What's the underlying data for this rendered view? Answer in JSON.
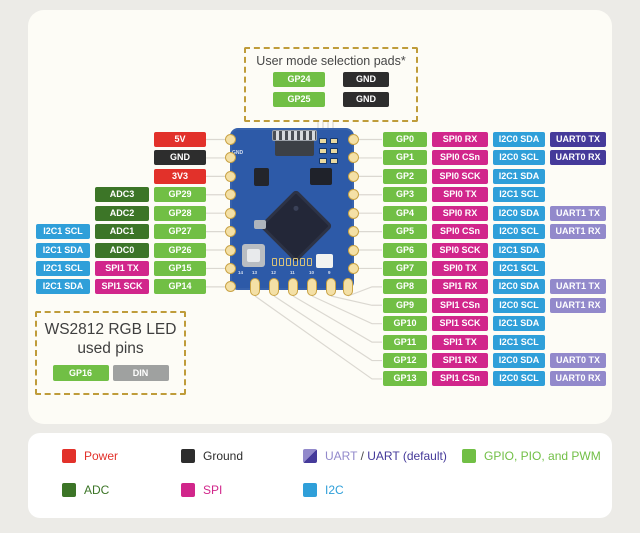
{
  "page": {
    "background": "#ecebe7",
    "panel_bg": "#fdfcf6",
    "legend_bg": "#ffffff"
  },
  "colors": {
    "gpio": "#71bf45",
    "adc": "#3c7527",
    "power": "#e2312a",
    "ground": "#2d2d2d",
    "i2c": "#2f9fd9",
    "spi": "#d1268b",
    "uart": "#9289cb",
    "uart_default": "#453a9a",
    "din": "#9fa1a0",
    "board": "#2d5aa8",
    "pad": "#f4e0a6",
    "pad_border": "#c9a345",
    "dashed_border": "#bf9c3a",
    "wire": "#dbd8d1",
    "title_text": "#474747"
  },
  "user_mode_box": {
    "title": "User mode selection pads*",
    "rows": [
      [
        {
          "label": "GP24",
          "type": "gpio"
        },
        {
          "label": "GND",
          "type": "ground"
        }
      ],
      [
        {
          "label": "GP25",
          "type": "gpio"
        },
        {
          "label": "GND",
          "type": "ground"
        }
      ]
    ]
  },
  "ws2812_box": {
    "title_lines": [
      "WS2812 RGB LED",
      "used pins"
    ],
    "pins": [
      {
        "label": "GP16",
        "type": "gpio"
      },
      {
        "label": "DIN",
        "type": "din"
      }
    ]
  },
  "left_pins": [
    [
      {
        "label": "5V",
        "type": "power"
      }
    ],
    [
      {
        "label": "GND",
        "type": "ground"
      }
    ],
    [
      {
        "label": "3V3",
        "type": "power"
      }
    ],
    [
      {
        "label": "ADC3",
        "type": "adc"
      },
      {
        "label": "GP29",
        "type": "gpio"
      }
    ],
    [
      {
        "label": "ADC2",
        "type": "adc"
      },
      {
        "label": "GP28",
        "type": "gpio"
      }
    ],
    [
      {
        "label": "I2C1 SCL",
        "type": "i2c"
      },
      {
        "label": "ADC1",
        "type": "adc"
      },
      {
        "label": "GP27",
        "type": "gpio"
      }
    ],
    [
      {
        "label": "I2C1 SDA",
        "type": "i2c"
      },
      {
        "label": "ADC0",
        "type": "adc"
      },
      {
        "label": "GP26",
        "type": "gpio"
      }
    ],
    [
      {
        "label": "I2C1 SCL",
        "type": "i2c"
      },
      {
        "label": "SPI1 TX",
        "type": "spi"
      },
      {
        "label": "GP15",
        "type": "gpio"
      }
    ],
    [
      {
        "label": "I2C1 SDA",
        "type": "i2c"
      },
      {
        "label": "SPI1 SCK",
        "type": "spi"
      },
      {
        "label": "GP14",
        "type": "gpio"
      }
    ]
  ],
  "right_pins": [
    [
      {
        "label": "GP0",
        "type": "gpio"
      },
      {
        "label": "SPI0 RX",
        "type": "spi"
      },
      {
        "label": "I2C0 SDA",
        "type": "i2c"
      },
      {
        "label": "UART0 TX",
        "type": "uart_default"
      }
    ],
    [
      {
        "label": "GP1",
        "type": "gpio"
      },
      {
        "label": "SPI0 CSn",
        "type": "spi"
      },
      {
        "label": "I2C0 SCL",
        "type": "i2c"
      },
      {
        "label": "UART0 RX",
        "type": "uart_default"
      }
    ],
    [
      {
        "label": "GP2",
        "type": "gpio"
      },
      {
        "label": "SPI0 SCK",
        "type": "spi"
      },
      {
        "label": "I2C1 SDA",
        "type": "i2c"
      }
    ],
    [
      {
        "label": "GP3",
        "type": "gpio"
      },
      {
        "label": "SPI0 TX",
        "type": "spi"
      },
      {
        "label": "I2C1 SCL",
        "type": "i2c"
      }
    ],
    [
      {
        "label": "GP4",
        "type": "gpio"
      },
      {
        "label": "SPI0 RX",
        "type": "spi"
      },
      {
        "label": "I2C0 SDA",
        "type": "i2c"
      },
      {
        "label": "UART1 TX",
        "type": "uart"
      }
    ],
    [
      {
        "label": "GP5",
        "type": "gpio"
      },
      {
        "label": "SPI0 CSn",
        "type": "spi"
      },
      {
        "label": "I2C0 SCL",
        "type": "i2c"
      },
      {
        "label": "UART1 RX",
        "type": "uart"
      }
    ],
    [
      {
        "label": "GP6",
        "type": "gpio"
      },
      {
        "label": "SPI0 SCK",
        "type": "spi"
      },
      {
        "label": "I2C1 SDA",
        "type": "i2c"
      }
    ],
    [
      {
        "label": "GP7",
        "type": "gpio"
      },
      {
        "label": "SPI0 TX",
        "type": "spi"
      },
      {
        "label": "I2C1 SCL",
        "type": "i2c"
      }
    ],
    [
      {
        "label": "GP8",
        "type": "gpio"
      },
      {
        "label": "SPI1 RX",
        "type": "spi"
      },
      {
        "label": "I2C0 SDA",
        "type": "i2c"
      },
      {
        "label": "UART1 TX",
        "type": "uart"
      }
    ],
    [
      {
        "label": "GP9",
        "type": "gpio"
      },
      {
        "label": "SPI1 CSn",
        "type": "spi"
      },
      {
        "label": "I2C0 SCL",
        "type": "i2c"
      },
      {
        "label": "UART1 RX",
        "type": "uart"
      }
    ],
    [
      {
        "label": "GP10",
        "type": "gpio"
      },
      {
        "label": "SPI1 SCK",
        "type": "spi"
      },
      {
        "label": "I2C1 SDA",
        "type": "i2c"
      }
    ],
    [
      {
        "label": "GP11",
        "type": "gpio"
      },
      {
        "label": "SPI1 TX",
        "type": "spi"
      },
      {
        "label": "I2C1 SCL",
        "type": "i2c"
      }
    ],
    [
      {
        "label": "GP12",
        "type": "gpio"
      },
      {
        "label": "SPI1 RX",
        "type": "spi"
      },
      {
        "label": "I2C0 SDA",
        "type": "i2c"
      },
      {
        "label": "UART0 TX",
        "type": "uart"
      }
    ],
    [
      {
        "label": "GP13",
        "type": "gpio"
      },
      {
        "label": "SPI1 CSn",
        "type": "spi"
      },
      {
        "label": "I2C0 SCL",
        "type": "i2c"
      },
      {
        "label": "UART0 RX",
        "type": "uart"
      }
    ]
  ],
  "legend": {
    "items": [
      {
        "label": "Power",
        "type": "power",
        "row": 0,
        "col": 0
      },
      {
        "label": "Ground",
        "type": "ground",
        "row": 0,
        "col": 1
      },
      {
        "type": "uart_split",
        "row": 0,
        "col": 2,
        "parts": [
          {
            "text": "UART",
            "type": "uart"
          },
          {
            "text": " / ",
            "type": "plain"
          },
          {
            "text": "UART (default)",
            "type": "uart_default"
          }
        ]
      },
      {
        "label": "GPIO, PIO, and PWM",
        "type": "gpio",
        "row": 0,
        "col": 3
      },
      {
        "label": "ADC",
        "type": "adc",
        "row": 1,
        "col": 0
      },
      {
        "label": "SPI",
        "type": "spi",
        "row": 1,
        "col": 1
      },
      {
        "label": "I2C",
        "type": "i2c",
        "row": 1,
        "col": 2
      }
    ]
  },
  "board_silkscreen": {
    "corner_label": "GND",
    "bottom_numbers": [
      "14",
      "13",
      "12",
      "11",
      "10",
      "9"
    ]
  }
}
